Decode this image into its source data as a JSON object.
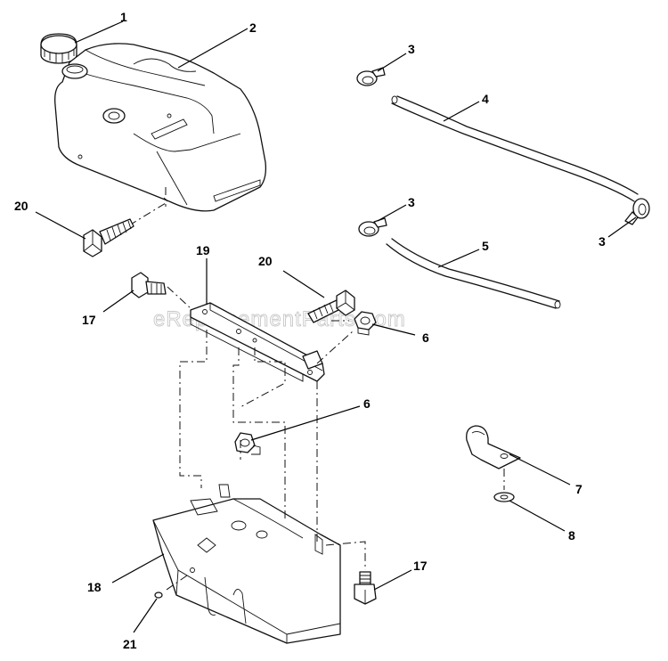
{
  "watermark": "eReplacementParts.com",
  "callouts": [
    {
      "id": "c1",
      "label": "1",
      "part": "fuel-cap"
    },
    {
      "id": "c2",
      "label": "2",
      "part": "fuel-tank"
    },
    {
      "id": "c3a",
      "label": "3",
      "part": "hose-clamp"
    },
    {
      "id": "c3b",
      "label": "3",
      "part": "hose-clamp"
    },
    {
      "id": "c3c",
      "label": "3",
      "part": "hose-clamp"
    },
    {
      "id": "c4",
      "label": "4",
      "part": "fuel-hose-long"
    },
    {
      "id": "c5",
      "label": "5",
      "part": "fuel-hose-short"
    },
    {
      "id": "c20a",
      "label": "20",
      "part": "tank-screw"
    },
    {
      "id": "c19",
      "label": "19",
      "part": "support-bracket"
    },
    {
      "id": "c20b",
      "label": "20",
      "part": "bracket-bolt"
    },
    {
      "id": "c17a",
      "label": "17",
      "part": "shoulder-bolt"
    },
    {
      "id": "c6a",
      "label": "6",
      "part": "lock-nut"
    },
    {
      "id": "c6b",
      "label": "6",
      "part": "lock-nut"
    },
    {
      "id": "c7",
      "label": "7",
      "part": "hose-clip"
    },
    {
      "id": "c8",
      "label": "8",
      "part": "washer"
    },
    {
      "id": "c18",
      "label": "18",
      "part": "tank-support-pan"
    },
    {
      "id": "c17b",
      "label": "17",
      "part": "shoulder-bolt"
    },
    {
      "id": "c21",
      "label": "21",
      "part": "push-nut"
    }
  ]
}
